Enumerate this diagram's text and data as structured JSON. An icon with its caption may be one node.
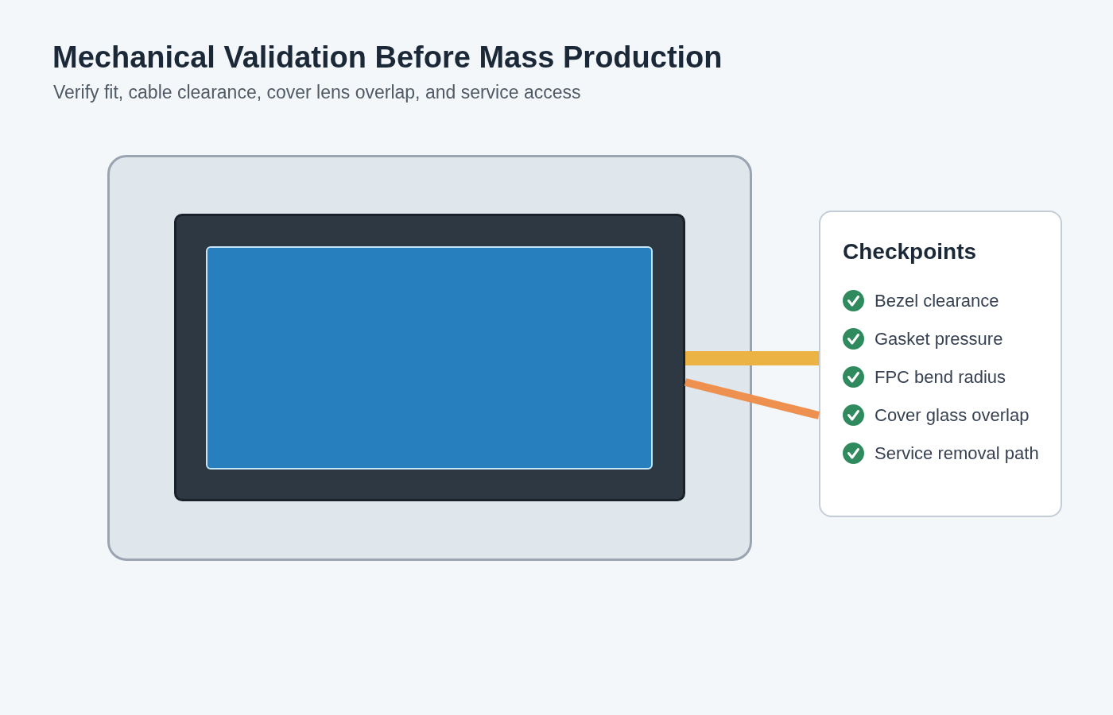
{
  "diagram": {
    "title": "Mechanical Validation Before Mass Production",
    "nodes": [
      {
        "text": [],
        "shape": "box"
      },
      {
        "text": [],
        "shape": "box",
        "in": 0
      },
      {
        "text": [],
        "shape": "box",
        "in": 1
      },
      {
        "text": [
          "Checkpoints",
          "Bezel clearance",
          "Gasket pressure",
          "FPC bend radius",
          "Cover glass overlap",
          "Service removal path"
        ]
      }
    ],
    "edges": [
      {
        "from": 1,
        "to": 3,
        "arrow": "none",
        "style": "thick",
        "color": "#ebb344"
      },
      {
        "from": 1,
        "to": 3,
        "arrow": "none",
        "color": "#ee9150"
      }
    ],
    "labels": [
      "Verify fit, cable clearance, cover lens overlap, and service access"
    ]
  }
}
